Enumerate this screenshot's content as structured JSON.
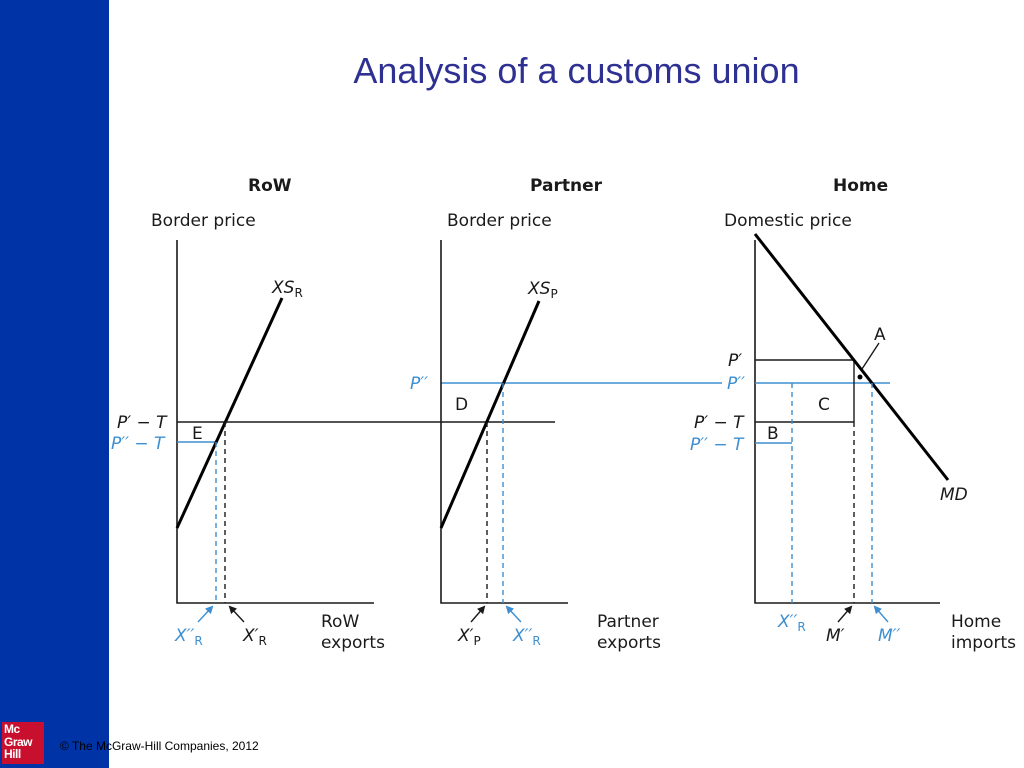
{
  "slide": {
    "title": "Analysis of a customs union",
    "copyright": "© The McGraw-Hill Companies, 2012",
    "logo_lines": [
      "Mc",
      "Graw",
      "Hill"
    ]
  },
  "colors": {
    "sidebar": "#0033a6",
    "title": "#2e3192",
    "highlight": "#3d8fd1",
    "logo": "#c8102e"
  },
  "panels": {
    "row": {
      "heading": "RoW",
      "y_axis": "Border price",
      "x_axis_line1": "RoW",
      "x_axis_line2": "exports",
      "curve_main": "XS",
      "curve_sub": "R",
      "label_high": "P′ − T",
      "label_low": "P′′ − T",
      "area": "E",
      "q_low_main": "X′′",
      "q_low_sub": "R",
      "q_high_main": "X′",
      "q_high_sub": "R"
    },
    "partner": {
      "heading": "Partner",
      "y_axis": "Border price",
      "x_axis_line1": "Partner",
      "x_axis_line2": "exports",
      "curve_main": "XS",
      "curve_sub": "P",
      "label_price": "P′′",
      "area": "D",
      "q_low_main": "X′",
      "q_low_sub": "P",
      "q_high_main": "X′′",
      "q_high_sub": "R"
    },
    "home": {
      "heading": "Home",
      "y_axis": "Domestic price",
      "x_axis_line1": "Home",
      "x_axis_line2": "imports",
      "curve": "MD",
      "label_p1": "P′",
      "label_p2": "P′′",
      "label_p3": "P′ − T",
      "label_p4": "P′′ − T",
      "point": "A",
      "area_c": "C",
      "area_b": "B",
      "q1_main": "X′′",
      "q1_sub": "R",
      "q2": "M′",
      "q3": "M′′"
    }
  }
}
